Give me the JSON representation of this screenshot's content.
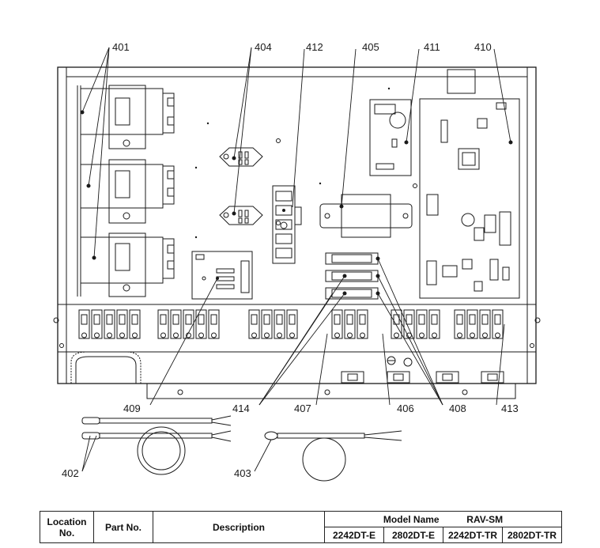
{
  "callouts": {
    "c401": "401",
    "c404": "404",
    "c412": "412",
    "c405": "405",
    "c411": "411",
    "c410": "410",
    "c409": "409",
    "c414": "414",
    "c407": "407",
    "c406": "406",
    "c408": "408",
    "c413": "413",
    "c402": "402",
    "c403": "403"
  },
  "table": {
    "location_line1": "Location",
    "location_line2": "No.",
    "part_no": "Part No.",
    "description": "Description",
    "model_name": "Model Name",
    "series": "RAV-SM",
    "models": [
      "2242DT-E",
      "2802DT-E",
      "2242DT-TR",
      "2802DT-TR"
    ]
  }
}
